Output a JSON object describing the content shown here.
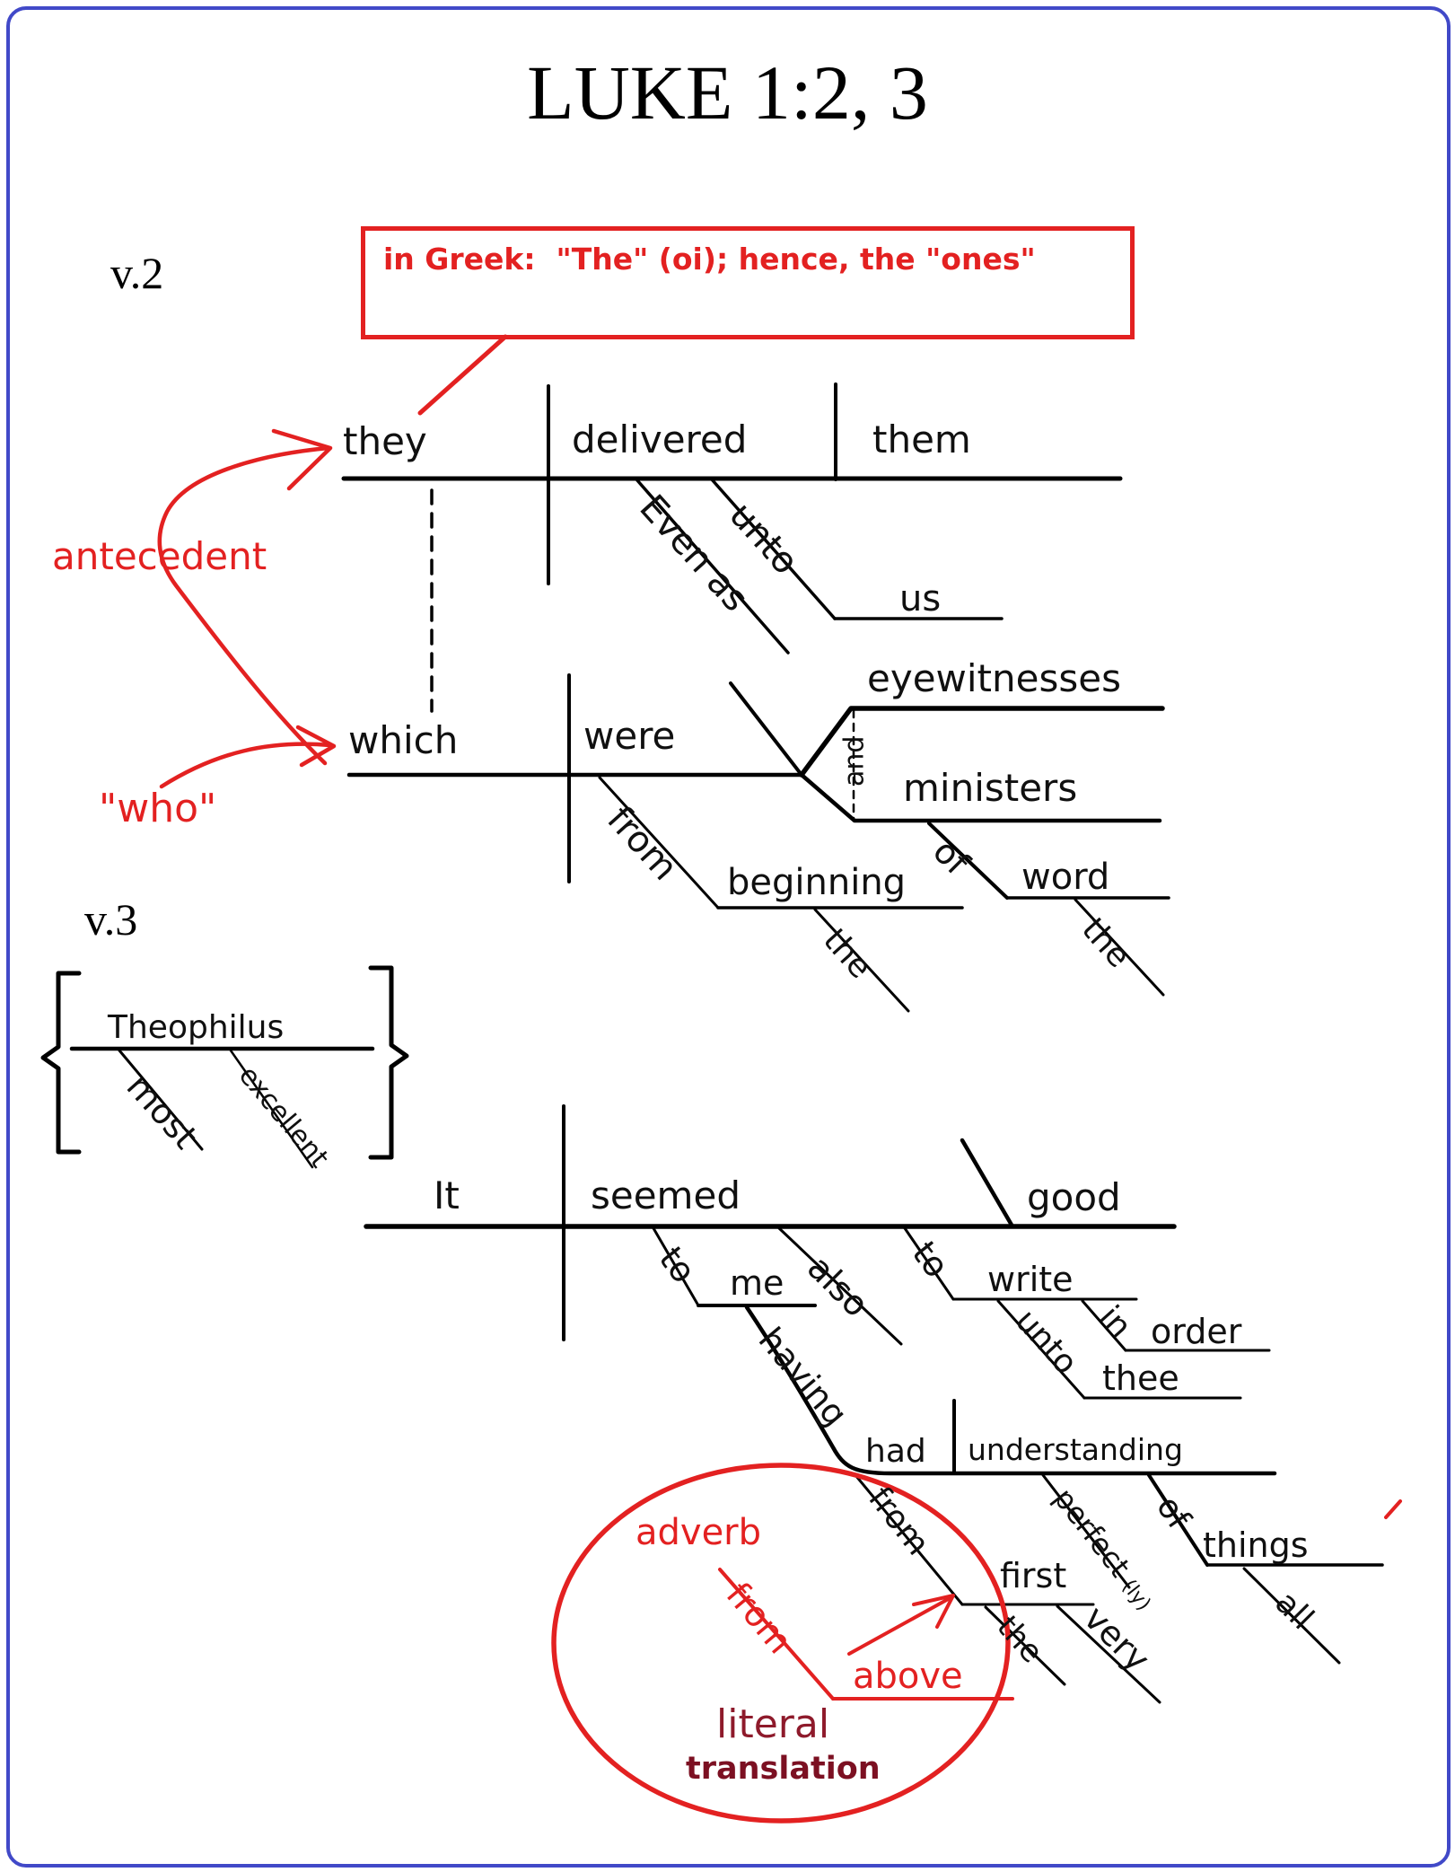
{
  "colors": {
    "red": "#e32121",
    "maroon": "#8e1a2b",
    "maroon_dark": "#7c1022",
    "blue_border": "#4149c8",
    "ink": "#101010"
  },
  "header": {
    "title": "LUKE 1:2, 3",
    "verse2": "v.2",
    "verse3": "v.3"
  },
  "note_box": {
    "text": "in Greek:  \"The\" (oi); hence, the \"ones\""
  },
  "annotations": {
    "antecedent": "antecedent",
    "who": "\"who\"",
    "adverb": "adverb",
    "from": "from",
    "above": "above",
    "literal": "literal",
    "translation": "translation"
  },
  "clause1": {
    "subject": "they",
    "verb": "delivered",
    "object": "them",
    "conjunction": "Even as",
    "preposition": "unto",
    "prep_object": "us"
  },
  "clause2": {
    "subject": "which",
    "verb": "were",
    "predicate1": "eyewitnesses",
    "conjunction": "and",
    "predicate2": "ministers",
    "prep1": "from",
    "prep1_object": "beginning",
    "prep1_article": "the",
    "prep2": "of",
    "prep2_object": "word",
    "prep2_article": "the"
  },
  "vocative": {
    "noun": "Theophilus",
    "modifier1": "most",
    "modifier2": "excellent"
  },
  "clause3": {
    "subject": "It",
    "verb": "seemed",
    "predicate_adj": "good",
    "prep1": "to",
    "prep1_object": "me",
    "adverb": "also",
    "inf_to": "to",
    "infinitive": "write",
    "prep2": "unto",
    "prep2_object": "thee",
    "prep3": "in",
    "prep3_object": "order"
  },
  "participle": {
    "verb_part1": "having",
    "verb_part2": "had",
    "object": "understanding",
    "adverb": "perfect",
    "adverb_suffix": "(ly)",
    "prep1": "from",
    "prep1_object": "first",
    "prep1_article": "the",
    "prep1_adverb": "very",
    "prep2": "of",
    "prep2_object": "things",
    "prep2_modifier": "all"
  }
}
